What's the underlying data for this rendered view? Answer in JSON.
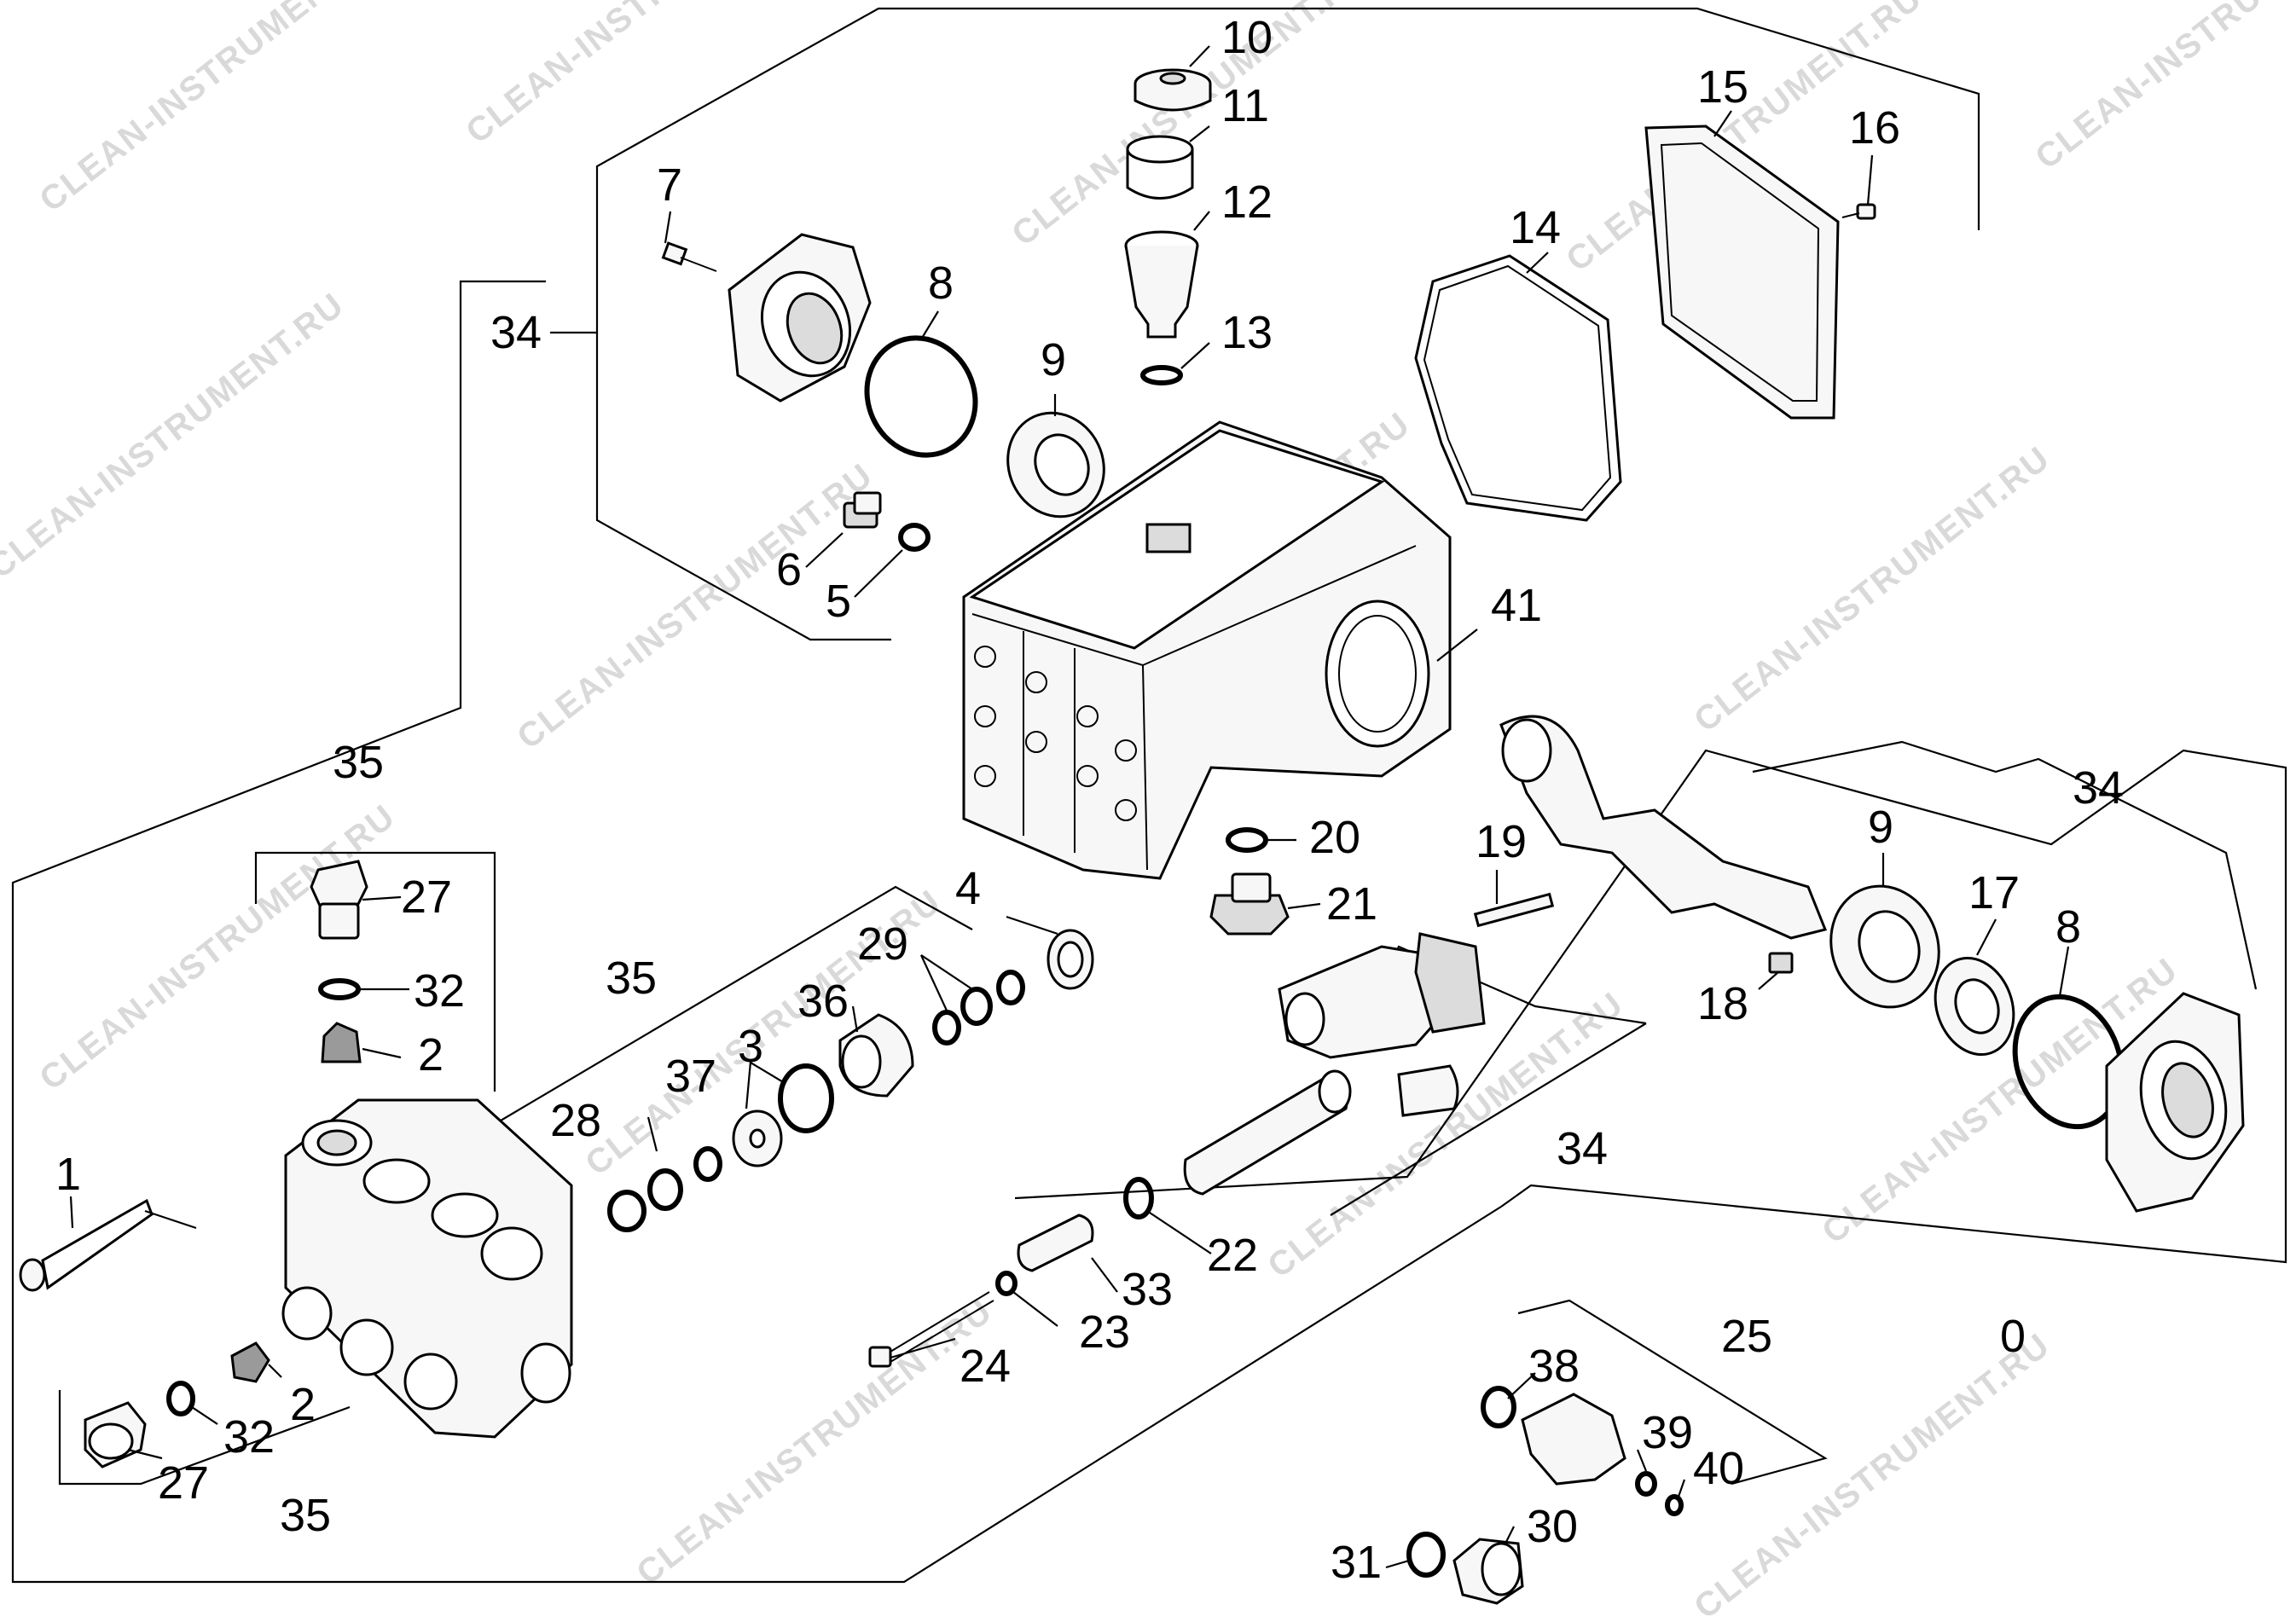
{
  "watermark": "CLEAN-INSTRUMENT.RU",
  "callouts": {
    "c0": "0",
    "c1": "1",
    "c2a": "2",
    "c2b": "2",
    "c3": "3",
    "c4": "4",
    "c5": "5",
    "c6": "6",
    "c7": "7",
    "c8a": "8",
    "c8b": "8",
    "c9a": "9",
    "c9b": "9",
    "c10": "10",
    "c11": "11",
    "c12": "12",
    "c13": "13",
    "c14": "14",
    "c15": "15",
    "c16": "16",
    "c17": "17",
    "c18": "18",
    "c19": "19",
    "c20": "20",
    "c21": "21",
    "c22": "22",
    "c23": "23",
    "c24": "24",
    "c25": "25",
    "c27a": "27",
    "c27b": "27",
    "c28": "28",
    "c29": "29",
    "c30": "30",
    "c31": "31",
    "c32a": "32",
    "c32b": "32",
    "c33": "33",
    "c34a": "34",
    "c34b": "34",
    "c34c": "34",
    "c35a": "35",
    "c35b": "35",
    "c35c": "35",
    "c36": "36",
    "c37": "37",
    "c38": "38",
    "c39": "39",
    "c40": "40",
    "c41": "41"
  }
}
